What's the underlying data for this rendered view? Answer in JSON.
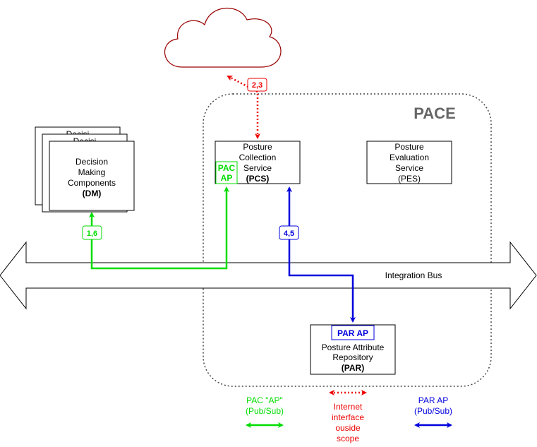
{
  "pace": {
    "title": "PACE"
  },
  "cloud": {},
  "dm": {
    "stack_peek_1": "Decisi",
    "stack_peek_2": "Decisi",
    "line1": "Decision",
    "line2": "Making",
    "line3": "Components",
    "abbr": "(DM)"
  },
  "pcs": {
    "line1": "Posture",
    "line2": "Collection",
    "line3": "Service",
    "abbr": "(PCS)",
    "pac_ap_line1": "PAC",
    "pac_ap_line2": "AP"
  },
  "pes": {
    "line1": "Posture",
    "line2": "Evaluation",
    "line3": "Service",
    "abbr": "(PES)"
  },
  "par": {
    "ap_label": "PAR AP",
    "line1": "Posture Attribute",
    "line2": "Repository",
    "abbr": "(PAR)"
  },
  "bus": {
    "label": "Integration Bus"
  },
  "flows": {
    "internet_steps": "2,3",
    "pac_steps": "1,6",
    "par_steps": "4,5"
  },
  "legend": {
    "pac_line1": "PAC \"AP\"",
    "pac_line2": "(Pub/Sub)",
    "internet_line1": "Internet",
    "internet_line2": "interface",
    "internet_line3": "ouside",
    "internet_line4": "scope",
    "par_line1": "PAR AP",
    "par_line2": "(Pub/Sub)"
  },
  "colors": {
    "green": "#00dd00",
    "blue": "#0000dd",
    "red": "#ee0000",
    "cloud_stroke": "#990000",
    "pace_title": "#666666"
  }
}
